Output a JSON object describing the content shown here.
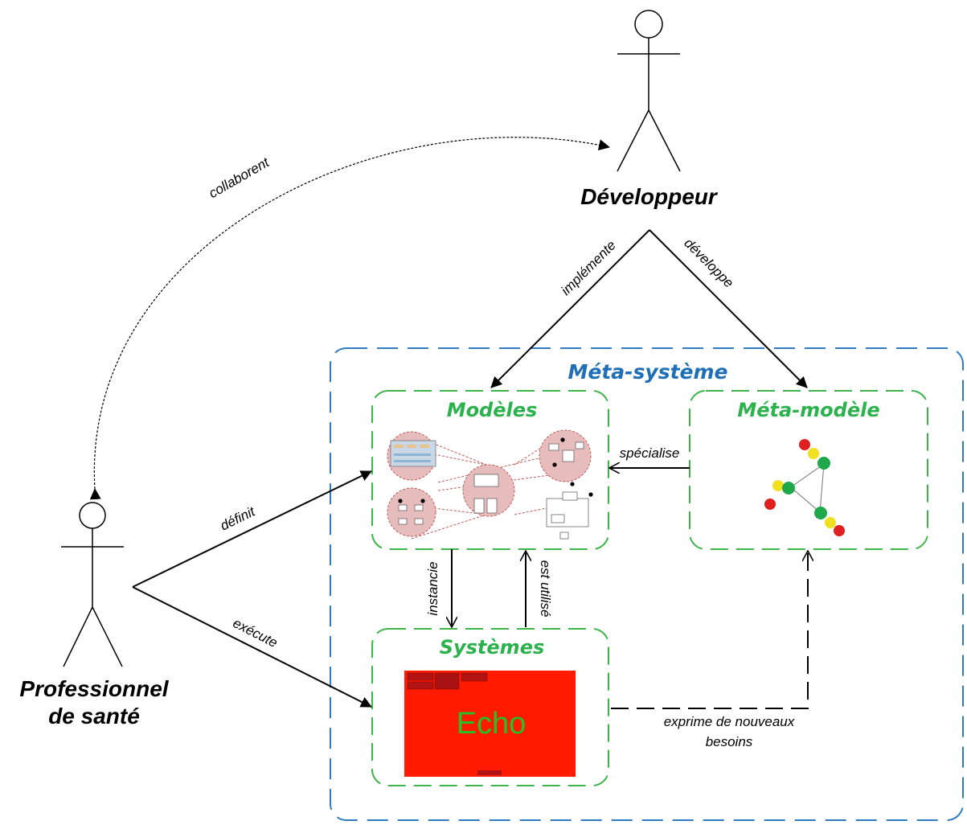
{
  "actors": {
    "developer": {
      "name": "Développeur"
    },
    "health_professional": {
      "name_line1": "Professionnel",
      "name_line2": "de santé"
    }
  },
  "containers": {
    "meta_system": {
      "title": "Méta-système"
    },
    "models": {
      "title": "Modèles"
    },
    "meta_model": {
      "title": "Méta-modèle"
    },
    "systems": {
      "title": "Systèmes",
      "screen_text": "Echo"
    }
  },
  "relations": {
    "collaborent": "collaborent",
    "implemente": "implémente",
    "developpe": "développe",
    "specialise": "spécialise",
    "definit": "définit",
    "execute": "exécute",
    "instancie": "instancie",
    "est_utilise": "est utilisé",
    "exprime_line1": "exprime de nouveaux",
    "exprime_line2": "besoins"
  },
  "colors": {
    "meta_system_border": "#2f7bbf",
    "meta_system_title": "#1f6fb8",
    "inner_border": "#3db54a",
    "inner_title": "#2bb24c",
    "screen_bg": "#ff1a00",
    "screen_text": "#22c22a",
    "model_circle_fill": "#e6bcbc",
    "model_circle_stroke": "#c45a5a"
  }
}
